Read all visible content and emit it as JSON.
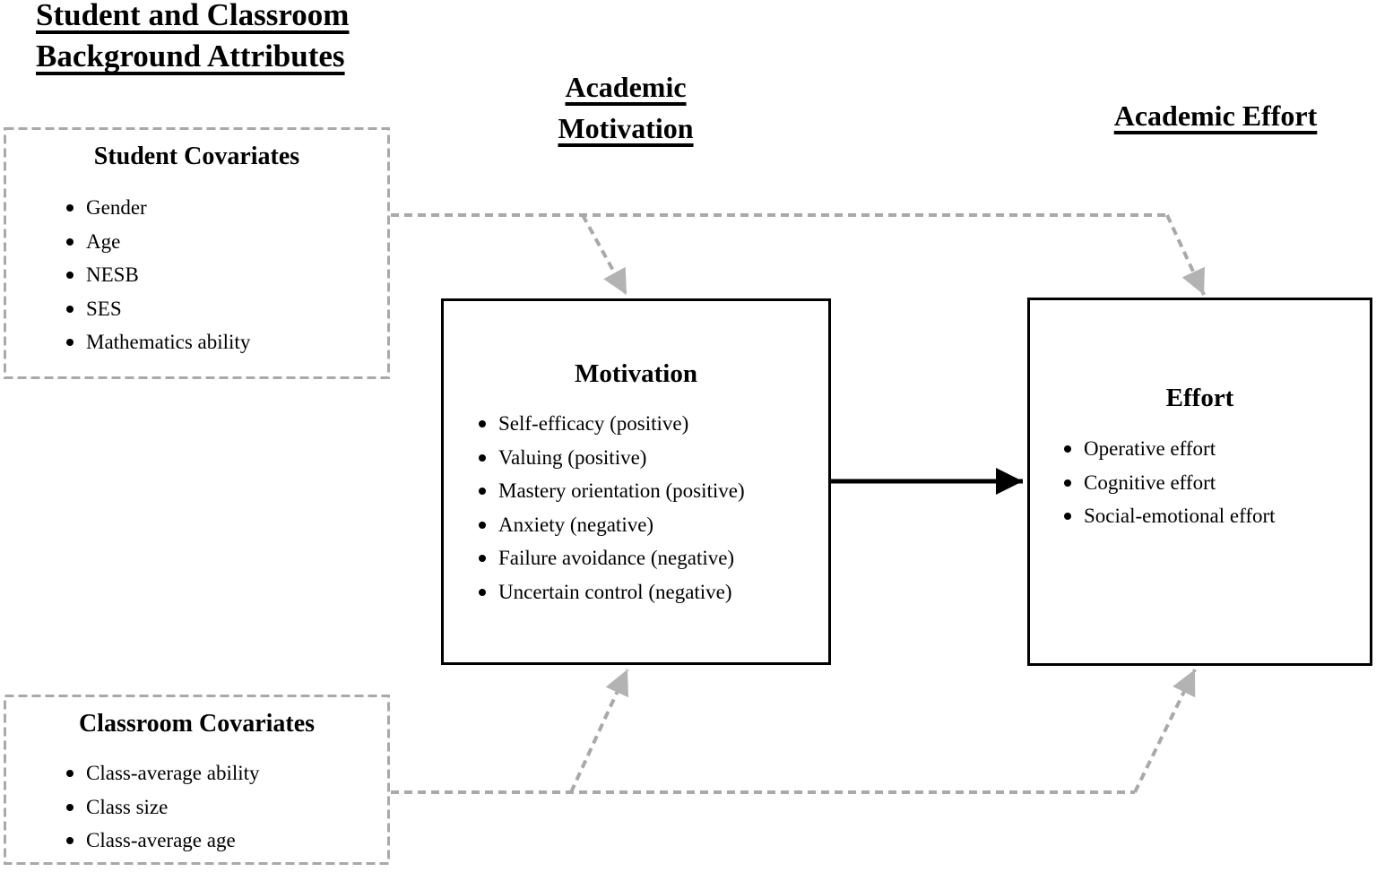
{
  "headings": {
    "background_attributes": {
      "line1": "Student and Classroom",
      "line2": "Background Attributes"
    },
    "academic_motivation": {
      "line1": "Academic",
      "line2": "Motivation"
    },
    "academic_effort": "Academic Effort"
  },
  "boxes": {
    "student_covariates": {
      "title": "Student Covariates",
      "items": [
        "Gender",
        "Age",
        "NESB",
        "SES",
        "Mathematics ability"
      ]
    },
    "classroom_covariates": {
      "title": "Classroom Covariates",
      "items": [
        "Class-average ability",
        "Class size",
        "Class-average age"
      ]
    },
    "motivation": {
      "title": "Motivation",
      "items": [
        "Self-efficacy (positive)",
        "Valuing (positive)",
        "Mastery orientation (positive)",
        "Anxiety (negative)",
        "Failure avoidance (negative)",
        "Uncertain control (negative)"
      ]
    },
    "effort": {
      "title": "Effort",
      "items": [
        "Operative effort",
        "Cognitive effort",
        "Social-emotional effort"
      ]
    }
  },
  "edges": [
    {
      "from": "Student Covariates",
      "to": "Motivation",
      "style": "dashed"
    },
    {
      "from": "Student Covariates",
      "to": "Effort",
      "style": "dashed"
    },
    {
      "from": "Classroom Covariates",
      "to": "Motivation",
      "style": "dashed"
    },
    {
      "from": "Classroom Covariates",
      "to": "Effort",
      "style": "dashed"
    },
    {
      "from": "Motivation",
      "to": "Effort",
      "style": "solid"
    }
  ],
  "colors": {
    "line_gray": "#a9a9a9",
    "arrowhead_gray": "#b3b3b3",
    "black": "#000000",
    "background": "#ffffff"
  }
}
